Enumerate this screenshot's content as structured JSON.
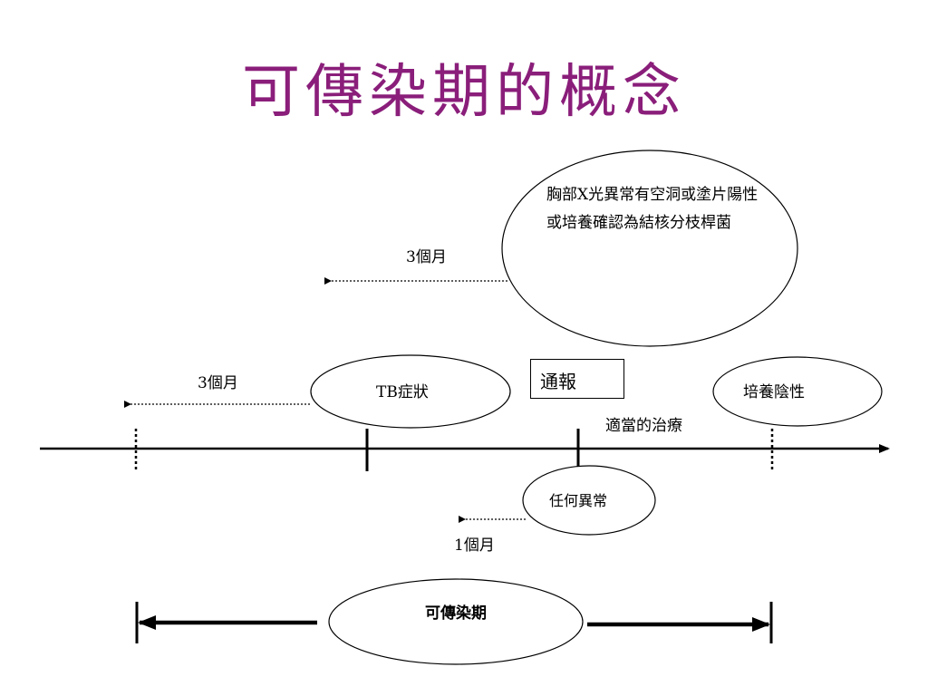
{
  "title": "可傳染期的概念",
  "xray_note": "胸部X光異常有空洞或塗片陽性或培養確認為結核分枝桿菌",
  "xray_duration": "3個月",
  "tb_symptom": "TB症狀",
  "symptom_duration": "3個月",
  "report": "通報",
  "treatment": "適當的治療",
  "culture_negative": "培養陰性",
  "any_abnormal": "任何異常",
  "abnormal_duration": "1個月",
  "infectious_period": "可傳染期",
  "colors": {
    "title": "#8a1e7a",
    "line": "#000000"
  }
}
